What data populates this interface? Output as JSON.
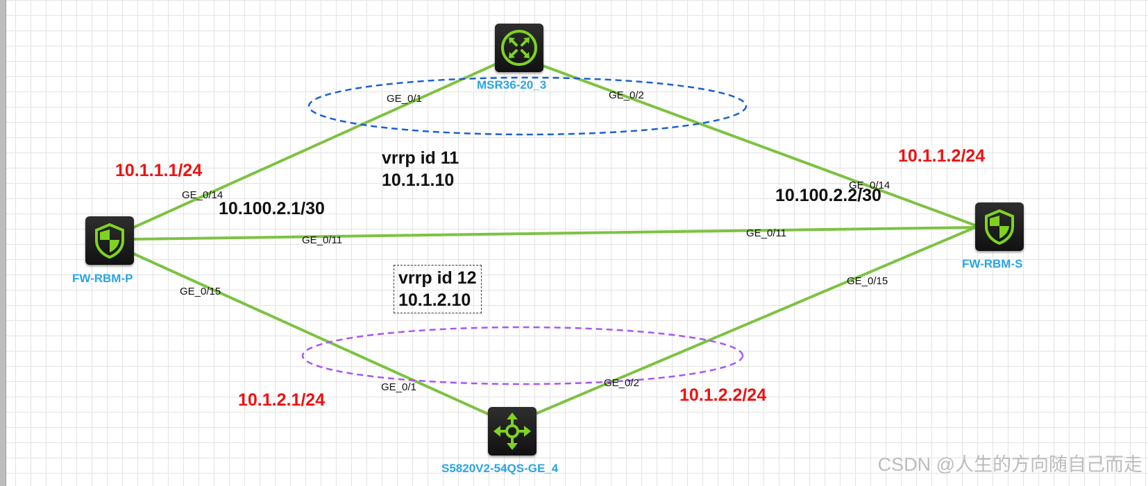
{
  "devices": {
    "router": {
      "name": "MSR36-20_3",
      "icon": "router-icon"
    },
    "fw_primary": {
      "name": "FW-RBM-P",
      "icon": "firewall-shield-icon"
    },
    "fw_secondary": {
      "name": "FW-RBM-S",
      "icon": "firewall-shield-icon"
    },
    "switch": {
      "name": "S5820V2-54QS-GE_4",
      "icon": "switch-icon"
    }
  },
  "ports": {
    "router_to_fwp": "GE_0/1",
    "router_to_fws": "GE_0/2",
    "fwp_to_router": "GE_0/14",
    "fwp_to_fws": "GE_0/11",
    "fwp_to_switch": "GE_0/15",
    "fws_to_router": "GE_0/14",
    "fws_to_fwp": "GE_0/11",
    "fws_to_switch": "GE_0/15",
    "switch_to_fwp": "GE_0/1",
    "switch_to_fws": "GE_0/2"
  },
  "addresses": {
    "fwp_upstream": "10.1.1.1/24",
    "fws_upstream": "10.1.1.2/24",
    "fwp_heartbeat": "10.100.2.1/30",
    "fws_heartbeat": "10.100.2.2/30",
    "fwp_downstream": "10.1.2.1/24",
    "fws_downstream": "10.1.2.2/24"
  },
  "vrrp": {
    "upper": {
      "id_label": "vrrp id 11",
      "vip": "10.1.1.10"
    },
    "lower": {
      "id_label": "vrrp id 12",
      "vip": "10.1.2.10"
    }
  },
  "colors": {
    "link": "#7dc242",
    "ip_label": "#ee1111",
    "device_name": "#2aa3e8",
    "upper_vrrp_ring": "#1a5fd8",
    "lower_vrrp_ring": "#a855f7",
    "device_glyph": "#7ed321"
  },
  "watermark": "CSDN @人生的方向随自己而走"
}
